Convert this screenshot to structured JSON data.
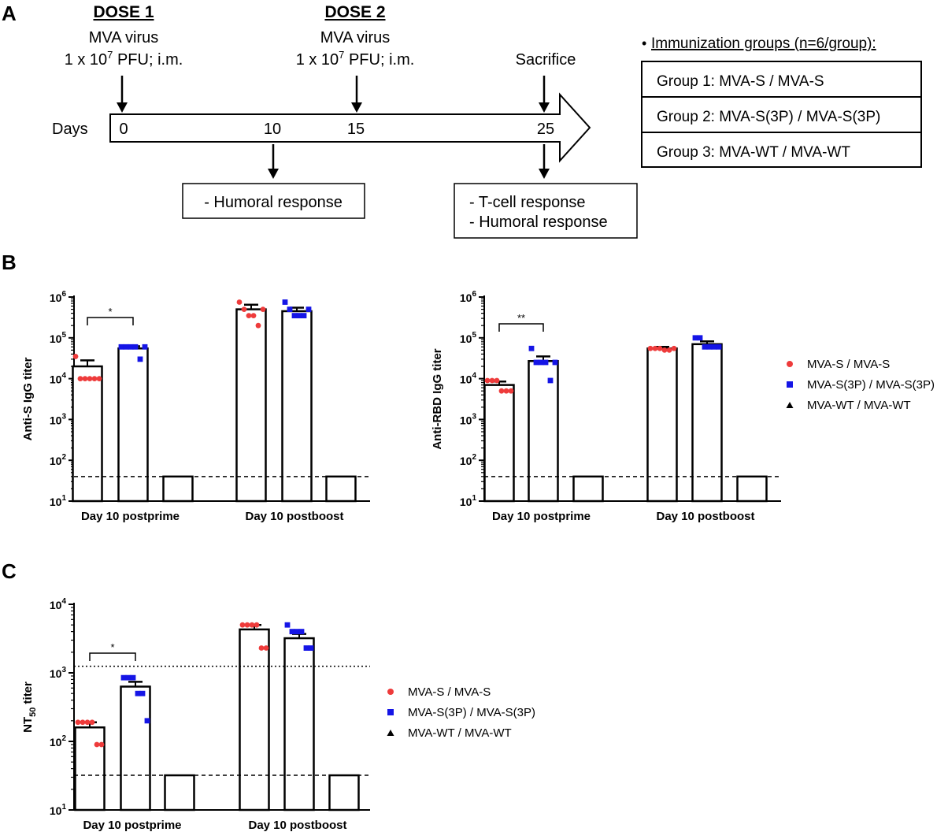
{
  "panel_a": {
    "letter": "A",
    "dose1": {
      "title": "DOSE 1",
      "line1": "MVA virus",
      "line2_pre": "1 x 10",
      "line2_sup": "7",
      "line2_post": " PFU; i.m."
    },
    "dose2": {
      "title": "DOSE 2",
      "line1": "MVA virus",
      "line2_pre": "1 x 10",
      "line2_sup": "7",
      "line2_post": " PFU; i.m."
    },
    "sacrifice": "Sacrifice",
    "days_label": "Days",
    "day_ticks": [
      "0",
      "10",
      "15",
      "25"
    ],
    "box_day10": "- Humoral response",
    "box_day25_line1": "- T-cell response",
    "box_day25_line2": "- Humoral response",
    "groups_heading_bullet": "•",
    "groups_heading": "Immunization groups (n=6/group):",
    "groups": [
      "Group 1: MVA-S / MVA-S",
      "Group 2: MVA-S(3P) / MVA-S(3P)",
      "Group 3: MVA-WT / MVA-WT"
    ]
  },
  "panel_b": {
    "letter": "B"
  },
  "panel_c": {
    "letter": "C"
  },
  "legend": [
    {
      "name": "MVA-S / MVA-S",
      "color": "#ee3b3b",
      "marker": "circle"
    },
    {
      "name": "MVA-S(3P) / MVA-S(3P)",
      "color": "#1515e6",
      "marker": "square"
    },
    {
      "name": "MVA-WT / MVA-WT",
      "color": "#000000",
      "marker": "triangle"
    }
  ],
  "chart_data": [
    {
      "id": "anti-s",
      "type": "bar",
      "scale": "log",
      "ylabel": "Anti-S IgG titer",
      "ylim": [
        10,
        1000000
      ],
      "ytick_exponents": [
        1,
        2,
        3,
        4,
        5,
        6
      ],
      "categories": [
        "Day 10 postprime",
        "Day 10 postboost"
      ],
      "series": [
        {
          "name": "MVA-S / MVA-S",
          "values": [
            20000,
            500000
          ],
          "sem_top": [
            28000,
            650000
          ],
          "points": [
            [
              35000,
              10000,
              10000,
              10000,
              10000,
              10000
            ],
            [
              750000,
              500000,
              350000,
              350000,
              200000,
              500000
            ]
          ]
        },
        {
          "name": "MVA-S(3P) / MVA-S(3P)",
          "values": [
            55000,
            450000
          ],
          "sem_top": [
            62000,
            550000
          ],
          "points": [
            [
              60000,
              60000,
              60000,
              60000,
              30000,
              60000
            ],
            [
              750000,
              500000,
              350000,
              350000,
              350000,
              500000
            ]
          ]
        },
        {
          "name": "MVA-WT / MVA-WT",
          "values": [
            40,
            40
          ],
          "sem_top": [
            40,
            40
          ],
          "points": [
            [],
            []
          ]
        }
      ],
      "significance": [
        {
          "label": "*",
          "category": 0,
          "between": [
            0,
            1
          ]
        }
      ],
      "detection_limit": 40
    },
    {
      "id": "anti-rbd",
      "type": "bar",
      "scale": "log",
      "ylabel": "Anti-RBD IgG titer",
      "ylim": [
        10,
        1000000
      ],
      "ytick_exponents": [
        1,
        2,
        3,
        4,
        5,
        6
      ],
      "categories": [
        "Day 10 postprime",
        "Day 10 postboost"
      ],
      "series": [
        {
          "name": "MVA-S / MVA-S",
          "values": [
            7000,
            55000
          ],
          "sem_top": [
            8500,
            60000
          ],
          "points": [
            [
              9000,
              9000,
              9000,
              5000,
              5000,
              5000
            ],
            [
              55000,
              55000,
              55000,
              50000,
              50000,
              55000
            ]
          ]
        },
        {
          "name": "MVA-S(3P) / MVA-S(3P)",
          "values": [
            27000,
            70000
          ],
          "sem_top": [
            35000,
            82000
          ],
          "points": [
            [
              55000,
              25000,
              25000,
              25000,
              9000,
              25000
            ],
            [
              100000,
              100000,
              60000,
              60000,
              60000,
              60000
            ]
          ]
        },
        {
          "name": "MVA-WT / MVA-WT",
          "values": [
            40,
            40
          ],
          "sem_top": [
            40,
            40
          ],
          "points": [
            [],
            []
          ]
        }
      ],
      "significance": [
        {
          "label": "**",
          "category": 0,
          "between": [
            0,
            1
          ]
        }
      ],
      "detection_limit": 40
    },
    {
      "id": "nt50",
      "type": "bar",
      "scale": "log",
      "ylabel_pre": "NT",
      "ylabel_sub": "50",
      "ylabel_post": " titer",
      "ylim": [
        10,
        10000
      ],
      "ytick_exponents": [
        1,
        2,
        3,
        4
      ],
      "categories": [
        "Day 10 postprime",
        "Day 10 postboost"
      ],
      "series": [
        {
          "name": "MVA-S / MVA-S",
          "values": [
            160,
            4300
          ],
          "sem_top": [
            190,
            5000
          ],
          "points": [
            [
              190,
              190,
              190,
              190,
              90,
              90
            ],
            [
              5000,
              5000,
              5000,
              5000,
              2300,
              2300
            ]
          ]
        },
        {
          "name": "MVA-S(3P) / MVA-S(3P)",
          "values": [
            630,
            3200
          ],
          "sem_top": [
            740,
            3700
          ],
          "points": [
            [
              850,
              850,
              850,
              500,
              500,
              200
            ],
            [
              5000,
              4000,
              4000,
              4000,
              2300,
              2300
            ]
          ]
        },
        {
          "name": "MVA-WT / MVA-WT",
          "values": [
            32,
            32
          ],
          "sem_top": [
            32,
            32
          ],
          "points": [
            [],
            []
          ]
        }
      ],
      "significance": [
        {
          "label": "*",
          "category": 0,
          "between": [
            0,
            1
          ]
        }
      ],
      "detection_limit": 32,
      "threshold_line": 1250
    }
  ]
}
